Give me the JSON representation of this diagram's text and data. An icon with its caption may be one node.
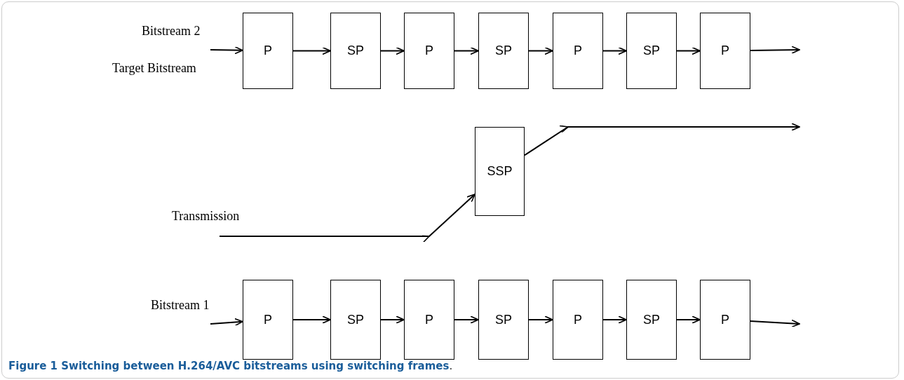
{
  "diagram": {
    "caption": "**Figure 1 Switching between H.264/AVC bitstreams using switching frames**.",
    "nodes": [
      {
        "text": [
          "P"
        ]
      },
      {
        "text": [
          "SP"
        ]
      },
      {
        "text": [
          "P"
        ]
      },
      {
        "text": [
          "SP"
        ]
      },
      {
        "text": [
          "P"
        ]
      },
      {
        "text": [
          "SP"
        ]
      },
      {
        "text": [
          "P"
        ]
      },
      {
        "text": [
          "SSP"
        ]
      },
      {
        "text": [
          "P"
        ]
      },
      {
        "text": [
          "SP"
        ]
      },
      {
        "text": [
          "P"
        ]
      },
      {
        "text": [
          "SP"
        ]
      },
      {
        "text": [
          "P"
        ]
      },
      {
        "text": [
          "SP"
        ]
      },
      {
        "text": [
          "P"
        ]
      }
    ],
    "edges": [
      {
        "from": null,
        "to": 0,
        "arrow": "to"
      },
      {
        "from": 0,
        "to": 1,
        "arrow": "to"
      },
      {
        "from": 1,
        "to": 2,
        "arrow": "to"
      },
      {
        "from": 2,
        "to": 3,
        "arrow": "to"
      },
      {
        "from": 3,
        "to": 4,
        "arrow": "to"
      },
      {
        "from": 4,
        "to": 5,
        "arrow": "to"
      },
      {
        "from": 5,
        "to": 6,
        "arrow": "to"
      },
      {
        "from": 6,
        "to": null,
        "arrow": "to"
      },
      {
        "from": null,
        "to": 7,
        "arrow": "to"
      },
      {
        "from": 7,
        "to": null,
        "arrow": "to"
      },
      {
        "from": null,
        "to": 8,
        "arrow": "to"
      },
      {
        "from": 8,
        "to": 9,
        "arrow": "to"
      },
      {
        "from": 9,
        "to": 10,
        "arrow": "to"
      },
      {
        "from": 10,
        "to": 11,
        "arrow": "to"
      },
      {
        "from": 11,
        "to": 12,
        "arrow": "to"
      },
      {
        "from": 12,
        "to": 13,
        "arrow": "to"
      },
      {
        "from": 13,
        "to": 14,
        "arrow": "to"
      },
      {
        "from": 14,
        "to": null,
        "arrow": "to"
      }
    ],
    "labels": [
      "Bitstream 2",
      "Target Bitstream",
      "Transmission",
      "Bitstream 1"
    ]
  }
}
